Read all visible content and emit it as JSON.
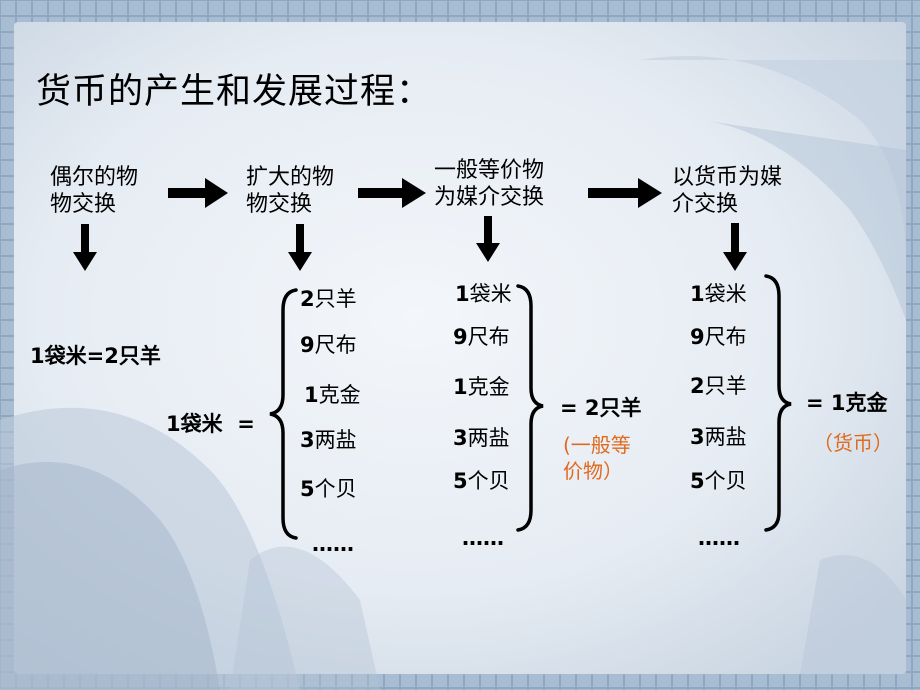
{
  "title": "货币的产生和发展过程：",
  "stages": [
    {
      "line1": "偶尔的物",
      "line2": "物交换"
    },
    {
      "line1": "扩大的物",
      "line2": "物交换"
    },
    {
      "line1": "一般等价物",
      "line2": "为媒介交换"
    },
    {
      "line1": "以货币为媒",
      "line2": "介交换"
    }
  ],
  "stage1": {
    "equation": "1袋米=2只羊"
  },
  "stage2": {
    "lhs": "1袋米",
    "eq": "=",
    "items": [
      {
        "num": "2",
        "unit": "只羊"
      },
      {
        "num": "9",
        "unit": "尺布"
      },
      {
        "num": "1",
        "unit": "克金"
      },
      {
        "num": "3",
        "unit": "两盐"
      },
      {
        "num": "5",
        "unit": "个贝"
      }
    ],
    "ellipsis": "……"
  },
  "stage3": {
    "items": [
      {
        "num": "1",
        "unit": "袋米"
      },
      {
        "num": "9",
        "unit": "尺布"
      },
      {
        "num": "1",
        "unit": "克金"
      },
      {
        "num": "3",
        "unit": "两盐"
      },
      {
        "num": "5",
        "unit": "个贝"
      }
    ],
    "ellipsis": "……",
    "result": "=  2只羊",
    "note_line1": "(一般等",
    "note_line2": "价物）"
  },
  "stage4": {
    "items": [
      {
        "num": "1",
        "unit": "袋米"
      },
      {
        "num": "9",
        "unit": "尺布"
      },
      {
        "num": "2",
        "unit": "只羊"
      },
      {
        "num": "3",
        "unit": "两盐"
      },
      {
        "num": "5",
        "unit": "个贝"
      }
    ],
    "ellipsis": "……",
    "result": "= 1克金",
    "note": "（货币）"
  },
  "colors": {
    "note": "#e06a1e",
    "background": "#dde4ec",
    "frame": "#7e98b4"
  }
}
